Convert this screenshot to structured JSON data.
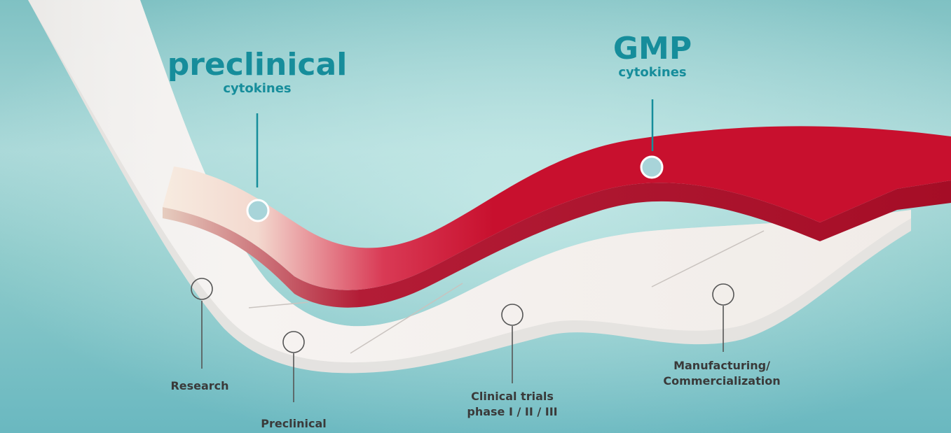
{
  "colors": {
    "background_light": "#b9e0df",
    "background_dark": "#5fb3bb",
    "accent_teal": "#168d9b",
    "band_red": "#c8102e",
    "band_white": "#f4f1ee",
    "marker_gray": "#555555",
    "label_text": "#3a3a3a"
  },
  "products": {
    "preclinical": {
      "title": "preclinical",
      "subtitle": "cytokines"
    },
    "gmp": {
      "title": "GMP",
      "subtitle": "cytokines"
    }
  },
  "stages": {
    "research": {
      "lines": [
        "Research"
      ]
    },
    "preclinical": {
      "lines": [
        "Preclinical"
      ]
    },
    "clinical": {
      "lines": [
        "Clinical trials",
        "phase I / II / III"
      ]
    },
    "manufacturing": {
      "lines": [
        "Manufacturing/",
        "Commercialization"
      ]
    }
  }
}
